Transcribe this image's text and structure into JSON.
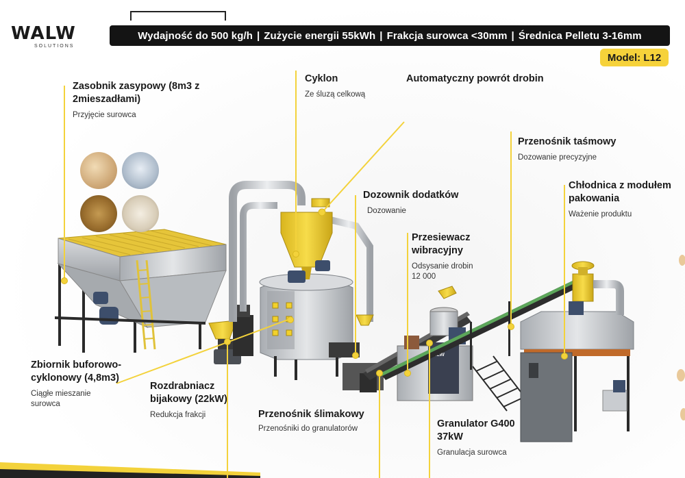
{
  "brand": {
    "name": "WALW",
    "sub": "SOLUTIONS"
  },
  "specs": [
    "Wydajność do 500 kg/h",
    "Zużycie energii 55kWh",
    "Frakcja surowca <30mm",
    "Średnica Pelletu 3-16mm"
  ],
  "model": "Model: L12",
  "labels": {
    "zasobnik": {
      "title": "Zasobnik zasypowy (8m3 z 2mieszadłami)",
      "sub": "Przyjęcie surowca"
    },
    "cyklon": {
      "title": "Cyklon",
      "sub": "Ze śluzą celkową"
    },
    "powrot": {
      "title": "Automatyczny powrót drobin"
    },
    "tasmowy": {
      "title": "Przenośnik taśmowy",
      "sub": "Dozowanie precyzyjne"
    },
    "dozownik": {
      "title": "Dozownik dodatków",
      "sub": "Dozowanie"
    },
    "chlodnica": {
      "title": "Chłodnica z modułem pakowania",
      "sub": "Ważenie produktu"
    },
    "przesiewacz": {
      "title": "Przesiewacz wibracyjny",
      "sub": "Odsysanie drobin 12 000"
    },
    "zbiornik": {
      "title": "Zbiornik buforowo-cyklonowy (4,8m3)",
      "sub": "Ciągłe mieszanie surowca"
    },
    "rozdrabniacz": {
      "title": "Rozdrabniacz bijakowy (22kW)",
      "sub": "Redukcja frakcji"
    },
    "slimakowy": {
      "title": "Przenośnik ślimakowy",
      "sub": "Przenośniki do granulatorów"
    },
    "granulator": {
      "title": "Granulator G400 37kW",
      "sub": "Granulacja surowca"
    }
  },
  "colors": {
    "accent": "#f3d23b",
    "dark": "#141414",
    "steel": "#c9ccd0",
    "machine_yellow": "#f2d12c"
  },
  "icons": [
    "wood-chips-photo",
    "straw-bale-photo",
    "hay-photo",
    "wool-photo"
  ]
}
